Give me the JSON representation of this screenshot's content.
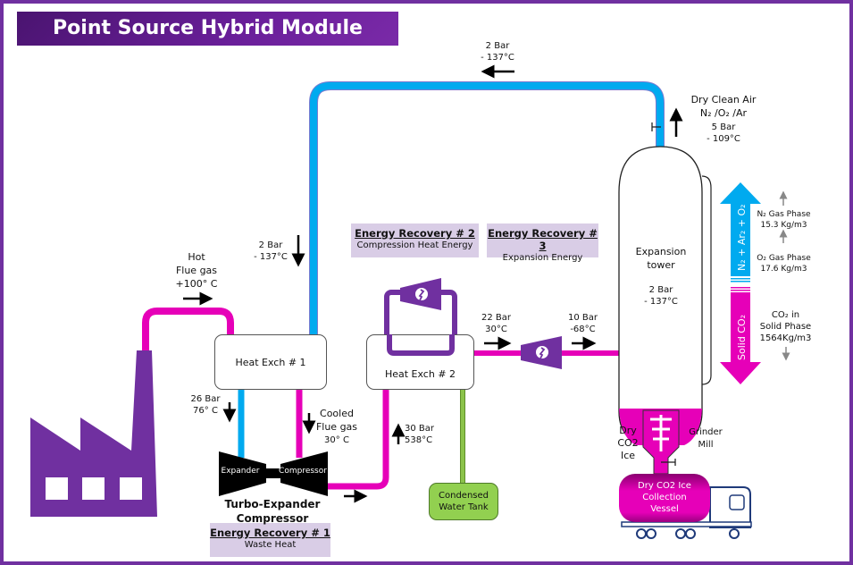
{
  "title": "Point Source Hybrid Module",
  "colors": {
    "frame": "#7030a0",
    "hot_pipe": "#e600b8",
    "cold_pipe": "#00aaef",
    "water_pipe": "#8bc34a",
    "compressor_loop": "#7030a0",
    "energy_box": "#d9cde6",
    "water_tank": "#92d050"
  },
  "icons": {
    "factory": "factory-icon",
    "turbine": "turbine-icon",
    "truck": "truck-icon",
    "grinder": "grinder-icon",
    "valve": "valve-icon",
    "arrow": "arrow-icon"
  },
  "flue_gas": {
    "line1": "Hot",
    "line2": "Flue gas",
    "line3": "+100° C"
  },
  "top_return": {
    "pressure": "2 Bar",
    "temp": "- 137°C"
  },
  "riser": {
    "pressure": "2 Bar",
    "temp": "- 137°C"
  },
  "dry_clean_air": {
    "title": "Dry Clean Air",
    "composition": "N₂ /O₂ /Ar",
    "pressure": "5 Bar",
    "temp": "- 109°C"
  },
  "heat_exch_1": {
    "label": "Heat Exch # 1"
  },
  "heat_exch_2": {
    "label": "Heat Exch # 2"
  },
  "expander_inlet": {
    "pressure": "26 Bar",
    "temp": "76° C"
  },
  "cooled_flue": {
    "line1": "Cooled",
    "line2": "Flue gas",
    "line3": "30° C"
  },
  "compressor_out": {
    "pressure": "30 Bar",
    "temp": "538°C"
  },
  "turbo": {
    "expander": "Expander",
    "compressor": "Compressor",
    "name_line1": "Turbo-Expander",
    "name_line2": "Compressor"
  },
  "energy_recovery": [
    {
      "title": "Energy Recovery # 1",
      "subtitle": "Waste Heat"
    },
    {
      "title": "Energy Recovery #  2",
      "subtitle": "Compression Heat Energy"
    },
    {
      "title": "Energy Recovery # 3",
      "subtitle": "Expansion Energy"
    }
  ],
  "stage_22": {
    "pressure": "22 Bar",
    "temp": "30°C"
  },
  "stage_10": {
    "pressure": "10 Bar",
    "temp": "-68°C"
  },
  "water_tank": {
    "line1": "Condensed",
    "line2": "Water Tank"
  },
  "tower": {
    "line1": "Expansion",
    "line2": "tower",
    "pressure": "2 Bar",
    "temp": "- 137°C"
  },
  "phase_arrows": {
    "gas": "N₂ + Ar₂ + O₂",
    "solid": "Solid CO₂"
  },
  "phases": [
    {
      "line1": "N₂ Gas Phase",
      "line2": "15.3 Kg/m3"
    },
    {
      "line1": "O₂  Gas Phase",
      "line2": "17.6 Kg/m3"
    },
    {
      "line1": "CO₂ in",
      "line2": "Solid Phase",
      "line3": "1564Kg/m3"
    }
  ],
  "dry_ice": {
    "line1": "Dry",
    "line2": "CO2",
    "line3": "Ice"
  },
  "grinder": {
    "line1": "Grinder",
    "line2": "Mill"
  },
  "vessel": {
    "line1": "Dry CO2 Ice",
    "line2": "Collection",
    "line3": "Vessel"
  }
}
